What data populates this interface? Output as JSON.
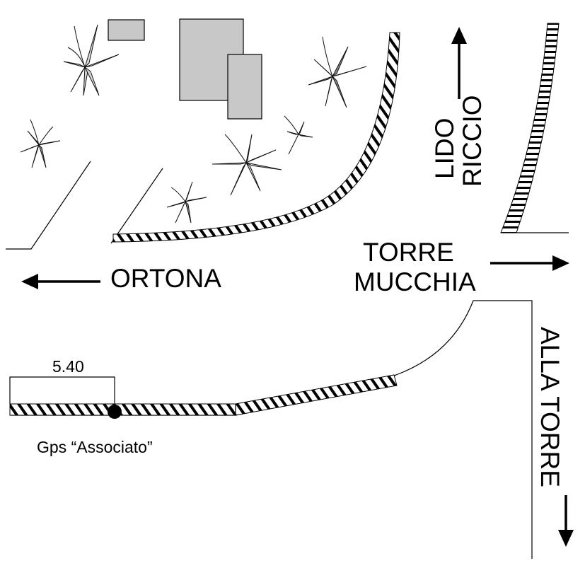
{
  "labels": {
    "ortona": "ORTONA",
    "torre_line1": "TORRE",
    "torre_line2": "MUCCHIA",
    "lido_line1": "LIDO",
    "lido_line2": "RICCIO",
    "alla_torre": "ALLA TORRE",
    "distance": "5.40",
    "gps": "Gps “Associato”"
  },
  "icons": {
    "arrow_west": "arrow-left-icon",
    "arrow_east": "arrow-right-icon",
    "arrow_north": "arrow-up-icon",
    "arrow_south": "arrow-down-icon",
    "gps_marker": "gps-point-icon"
  },
  "colors": {
    "building": "#c8c8c8",
    "plant_dark": "#8a8a8a",
    "plant_light": "#d8d8d8",
    "line": "#000000"
  }
}
